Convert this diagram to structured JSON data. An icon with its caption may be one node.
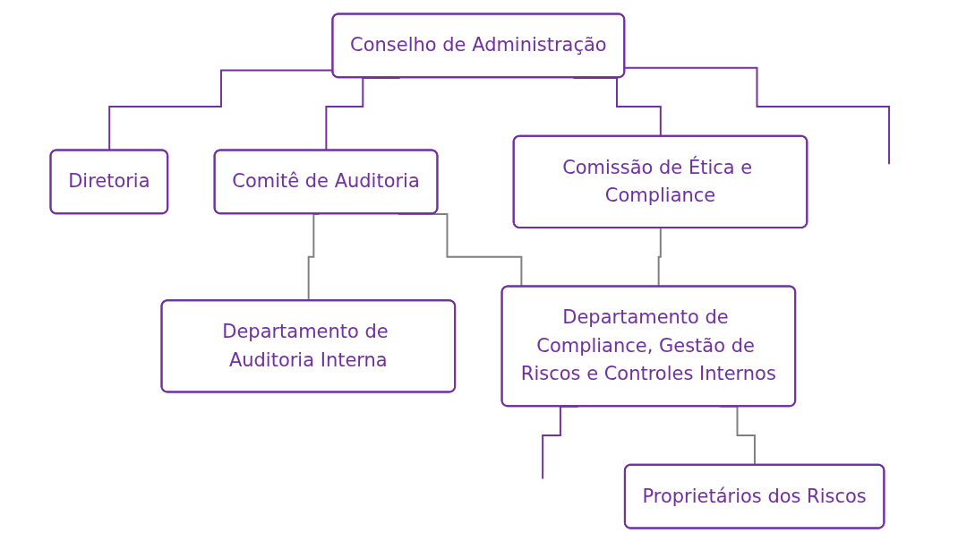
{
  "diagram": {
    "nodes": [
      {
        "text": [
          "Conselho de Administração"
        ]
      },
      {
        "text": [
          "Diretoria"
        ]
      },
      {
        "text": [
          "Comitê de Auditoria"
        ]
      },
      {
        "text": [
          "Comissão de Ética e Compliance"
        ]
      },
      {
        "text": [
          "Departamento de Auditoria Interna"
        ]
      },
      {
        "text": [
          "Departamento de Compliance, Gestão de Riscos e Controles Internos"
        ]
      },
      {
        "text": [
          "Proprietários dos Riscos"
        ]
      }
    ],
    "edges": [
      {
        "from": 0,
        "to": 1,
        "arrow": "none"
      },
      {
        "from": 0,
        "to": 2,
        "arrow": "none"
      },
      {
        "from": 0,
        "to": 3,
        "arrow": "none"
      },
      {
        "from": 0,
        "to": null,
        "arrow": "none"
      },
      {
        "from": 2,
        "to": 4,
        "arrow": "none",
        "color": "#7f7f7f"
      },
      {
        "from": 2,
        "to": 5,
        "arrow": "none",
        "color": "#7f7f7f"
      },
      {
        "from": 3,
        "to": 5,
        "arrow": "none",
        "color": "#7f7f7f"
      },
      {
        "from": 5,
        "to": null,
        "arrow": "none"
      },
      {
        "from": 5,
        "to": 6,
        "arrow": "none",
        "color": "#7f7f7f"
      }
    ]
  }
}
